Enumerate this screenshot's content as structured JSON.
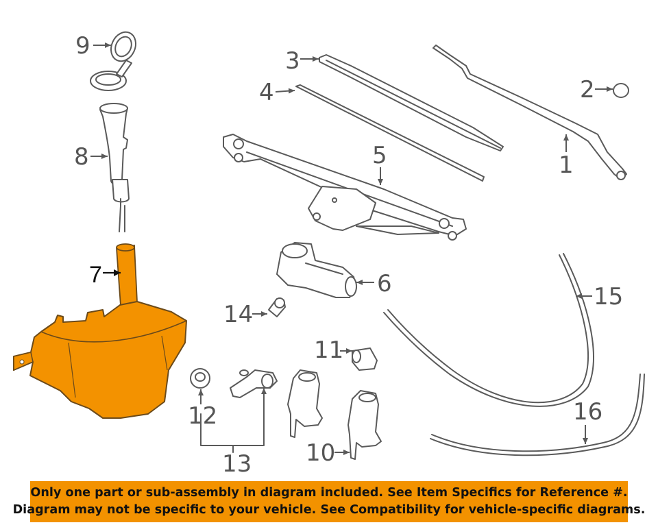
{
  "diagram": {
    "highlight_color": "#f39200",
    "callouts": {
      "c1": "1",
      "c2": "2",
      "c3": "3",
      "c4": "4",
      "c5": "5",
      "c6": "6",
      "c7": "7",
      "c8": "8",
      "c9": "9",
      "c10": "10",
      "c11": "11",
      "c12": "12",
      "c13": "13",
      "c14": "14",
      "c15": "15",
      "c16": "16"
    }
  },
  "banner": {
    "line1": "Only one part or sub-assembly in diagram included. See Item Specifics for Reference #.",
    "line2": "Diagram may not be specific to your vehicle. See Compatibility for vehicle-specific diagrams."
  }
}
